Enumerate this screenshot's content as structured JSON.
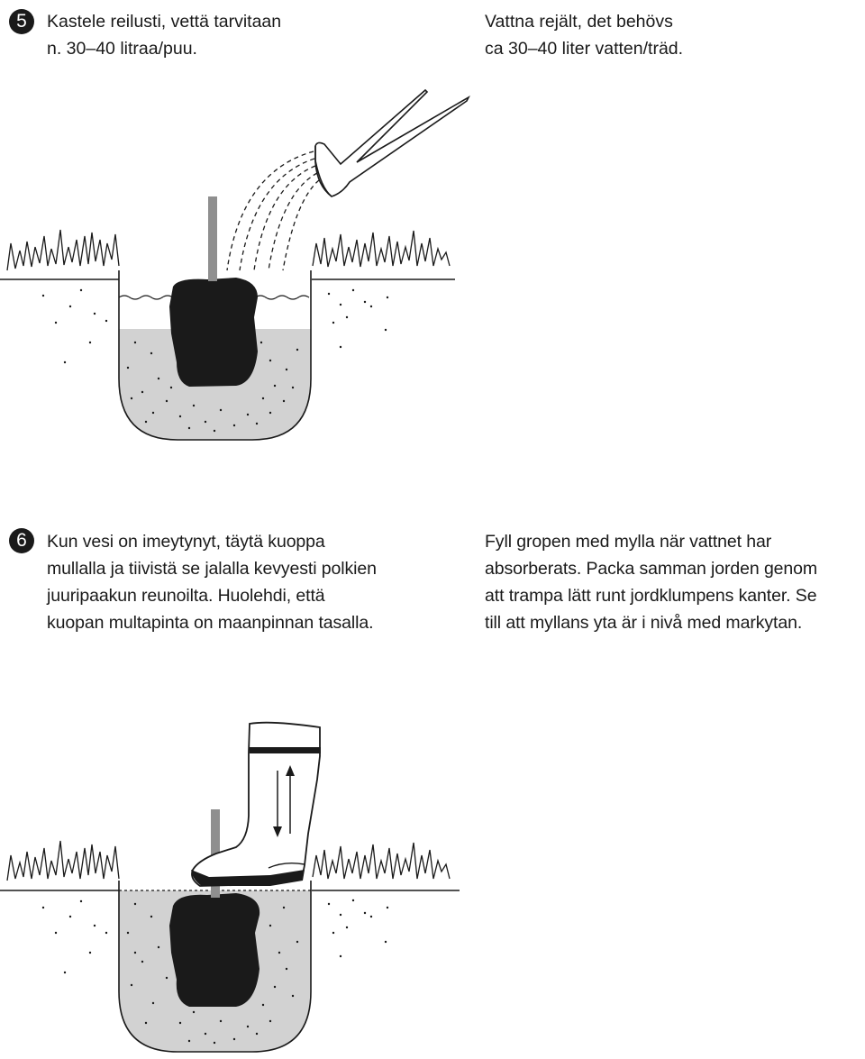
{
  "steps": [
    {
      "number": "5",
      "fi": [
        "Kastele reilusti, vettä tarvitaan",
        "n. 30–40 litraa/puu."
      ],
      "sv": [
        "Vattna rejält, det behövs",
        "ca 30–40 liter vatten/träd."
      ]
    },
    {
      "number": "6",
      "fi": [
        "Kun vesi on imeytynyt, täytä kuoppa",
        "mullalla ja tiivistä se jalalla kevyesti polkien",
        "juuripaakun reunoilta. Huolehdi, että",
        "kuopan multapinta on maanpinnan tasalla."
      ],
      "sv": [
        "Fyll gropen med mylla när vattnet har",
        "absorberats. Packa samman jorden genom",
        "att trampa lätt runt jordklumpens kanter. Se",
        "till att myllans yta är i nivå med markytan."
      ]
    }
  ],
  "illustrations": {
    "watering": "watering-illustration",
    "stepping": "stepping-illustration"
  },
  "colors": {
    "ink": "#1a1a1a",
    "soil": "#d2d2d2",
    "stake": "#8f8f8f",
    "rootball": "#1a1a1a"
  }
}
